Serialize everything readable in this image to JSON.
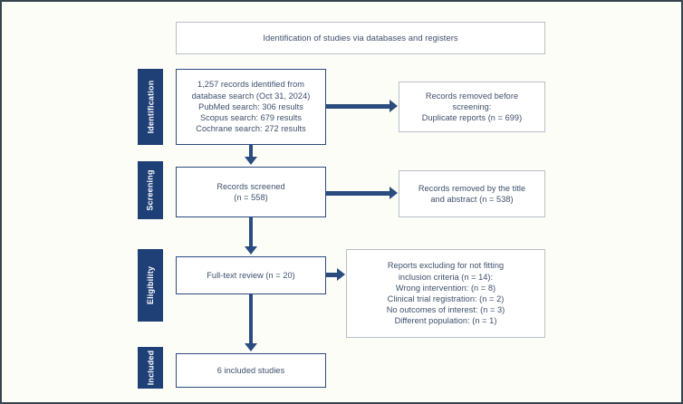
{
  "diagram": {
    "type": "prisma-flow-diagram",
    "title": "Identification of studies via databases and registers",
    "colors": {
      "phase_tab_background": "#1f3f77",
      "phase_tab_text": "#ffffff",
      "arrow": "#2b4c7e",
      "box_text": "#3e4f6b",
      "box_border": "#b9bfc9",
      "box_border_strong": "#2b4c7e",
      "canvas_background": "#fdfdf8",
      "canvas_border": "#38444f"
    }
  },
  "phases": [
    {
      "key": "identification",
      "label": "Identification"
    },
    {
      "key": "screening",
      "label": "Screening"
    },
    {
      "key": "eligibility",
      "label": "Eligibility"
    },
    {
      "key": "included",
      "label": "Included"
    }
  ],
  "boxes": {
    "identification_records": {
      "lines": [
        "1,257 records identified from",
        "database search (Oct 31, 2024)",
        "PubMed search: 306 results",
        "Scopus search: 679 results",
        "Cochrane search: 272 results"
      ]
    },
    "identification_removed": {
      "lines": [
        "Records removed before",
        "screening:",
        "Duplicate reports (n = 699)"
      ]
    },
    "screening_records": {
      "lines": [
        "Records screened",
        "(n = 558)"
      ]
    },
    "screening_removed": {
      "lines": [
        "Records removed by the title",
        "and abstract (n = 538)"
      ]
    },
    "eligibility_review": {
      "lines": [
        "Full-text review (n = 20)"
      ]
    },
    "eligibility_excluded": {
      "lines": [
        "Reports excluding for not fitting",
        "inclusion criteria (n = 14):",
        "Wrong intervention: (n = 8)",
        "Clinical trial registration: (n = 2)",
        "No outcomes of interest: (n = 3)",
        "Different population: (n = 1)"
      ]
    },
    "included_studies": {
      "lines": [
        "6 included studies"
      ]
    }
  },
  "chart_data": {
    "type": "diagram",
    "title": "Identification of studies via databases and registers",
    "nodes": [
      {
        "id": "identification_records",
        "phase": "Identification",
        "column": "left",
        "total": 1257,
        "breakdown": {
          "PubMed": 306,
          "Scopus": 679,
          "Cochrane": 272
        },
        "search_date": "Oct 31, 2024"
      },
      {
        "id": "identification_removed",
        "phase": "Identification",
        "column": "right",
        "duplicate_reports": 699
      },
      {
        "id": "screening_records",
        "phase": "Screening",
        "column": "left",
        "n": 558
      },
      {
        "id": "screening_removed",
        "phase": "Screening",
        "column": "right",
        "n": 538
      },
      {
        "id": "eligibility_review",
        "phase": "Eligibility",
        "column": "left",
        "n": 20
      },
      {
        "id": "eligibility_excluded",
        "phase": "Eligibility",
        "column": "right",
        "n": 14,
        "reasons": [
          {
            "reason": "Wrong intervention",
            "n": 8
          },
          {
            "reason": "Clinical trial registration",
            "n": 2
          },
          {
            "reason": "No outcomes of interest",
            "n": 3
          },
          {
            "reason": "Different population",
            "n": 1
          }
        ]
      },
      {
        "id": "included_studies",
        "phase": "Included",
        "column": "left",
        "n": 6
      }
    ],
    "edges": [
      {
        "from": "identification_records",
        "to": "identification_removed",
        "direction": "right"
      },
      {
        "from": "identification_records",
        "to": "screening_records",
        "direction": "down"
      },
      {
        "from": "screening_records",
        "to": "screening_removed",
        "direction": "right"
      },
      {
        "from": "screening_records",
        "to": "eligibility_review",
        "direction": "down"
      },
      {
        "from": "eligibility_review",
        "to": "eligibility_excluded",
        "direction": "right"
      },
      {
        "from": "eligibility_review",
        "to": "included_studies",
        "direction": "down"
      }
    ]
  }
}
